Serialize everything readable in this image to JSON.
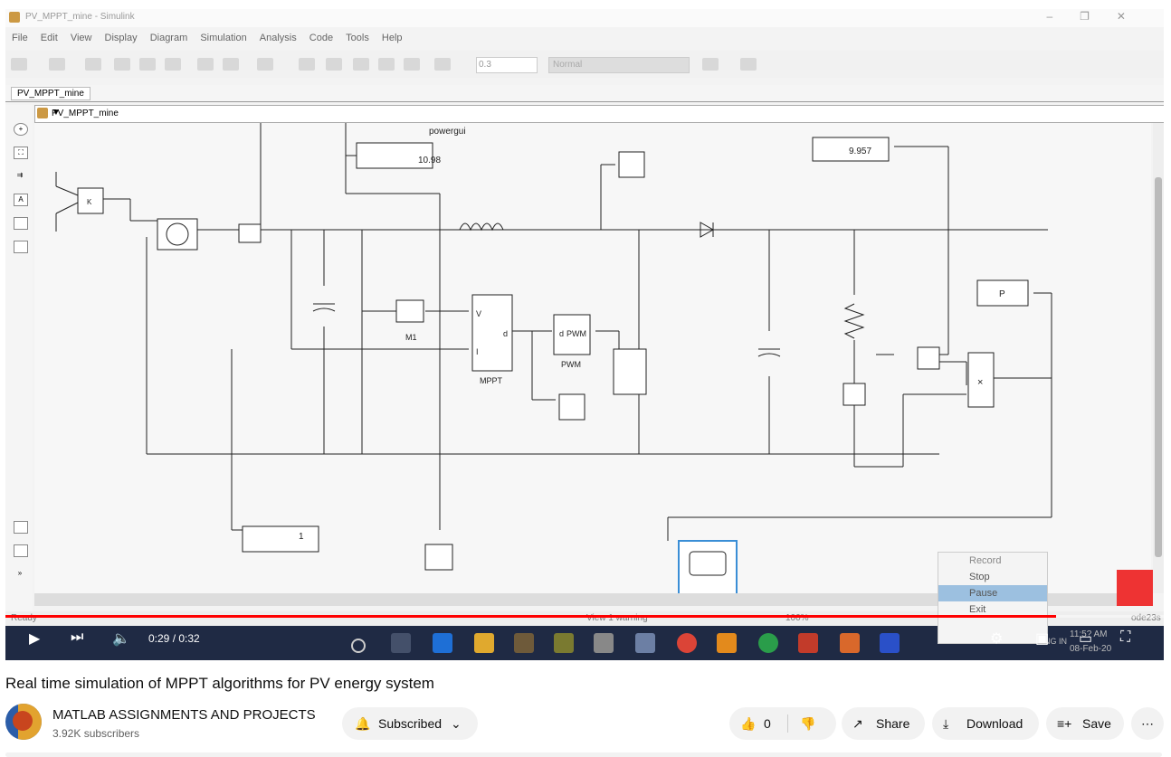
{
  "window": {
    "title": "PV_MPPT_mine - Simulink"
  },
  "menu": [
    "File",
    "Edit",
    "View",
    "Display",
    "Diagram",
    "Simulation",
    "Analysis",
    "Code",
    "Tools",
    "Help"
  ],
  "toolbar": {
    "stop_time": "0.3",
    "mode": "Normal"
  },
  "tab": "PV_MPPT_mine",
  "address": "PV_MPPT_mine",
  "diagram": {
    "powergui": "powergui",
    "display1": "10.98",
    "display2": "9.957",
    "display3": "1",
    "m1": "M1",
    "mppt": "MPPT",
    "mppt_v": "V",
    "mppt_i": "I",
    "mppt_d": "d",
    "pwm": "PWM",
    "pwm_d": "d",
    "pwm_in": "PWM",
    "p_label": "P",
    "k_label": "K",
    "mult": "×"
  },
  "status": {
    "left": "Ready",
    "center": "View 1 warning",
    "zoom": "100%",
    "solver": "ode23s"
  },
  "context_menu": {
    "title": "Record",
    "items": [
      "Stop",
      "Pause",
      "Exit"
    ],
    "highlight": 1
  },
  "taskbar": {
    "clock": "11:5? AM",
    "date": "08-Feb-20",
    "lang": "ENG IN"
  },
  "player": {
    "time": "0:29 / 0:32",
    "progress": 0.907
  },
  "video": {
    "title": "Real time simulation of MPPT algorithms for PV energy system"
  },
  "channel": {
    "name": "MATLAB ASSIGNMENTS AND PROJECTS",
    "subscribers": "3.92K subscribers"
  },
  "actions": {
    "subscribed": "Subscribed",
    "likes": "0",
    "share": "Share",
    "download": "Download",
    "save": "Save"
  }
}
